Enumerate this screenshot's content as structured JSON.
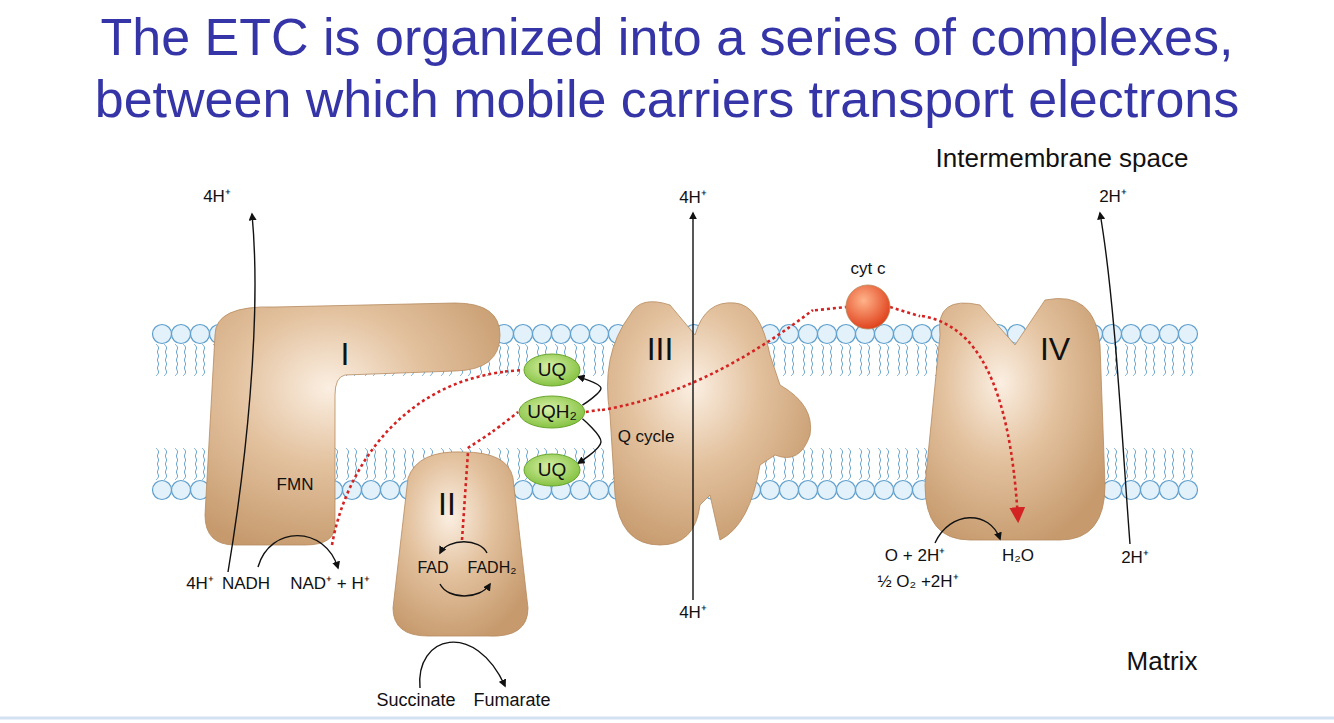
{
  "diagram": {
    "title": "The ETC is organized into a series of complexes, between which mobile carriers transport electrons",
    "nodes": [
      {
        "text": [
          "I",
          "FMN"
        ]
      },
      {
        "text": [
          "UQ"
        ]
      },
      {
        "text": [
          "UQH₂"
        ]
      },
      {
        "text": [
          "UQ"
        ]
      },
      {
        "text": [
          "II",
          "FAD",
          "FADH₂"
        ]
      },
      {
        "text": [
          "III"
        ]
      },
      {
        "text": [
          "cyt c"
        ]
      },
      {
        "text": [
          "IV"
        ]
      }
    ],
    "edges": [
      {
        "from": 0,
        "to": 1,
        "arrow": "none"
      },
      {
        "from": 4,
        "to": 2,
        "arrow": "none"
      },
      {
        "from": 2,
        "to": 5,
        "arrow": "none"
      },
      {
        "from": 5,
        "to": 6,
        "arrow": "none"
      },
      {
        "from": 6,
        "to": 7,
        "arrow": "none"
      },
      {
        "from": 2,
        "to": 1,
        "arrow": "to"
      },
      {
        "from": 2,
        "to": 3,
        "arrow": "to"
      }
    ],
    "labels": [
      "Intermembrane space",
      "4H⁺",
      "4H⁺",
      "2H⁺",
      "Q cycle",
      "4H⁺",
      "NADH",
      "NAD⁺ + H⁺",
      "O + 2H⁺",
      "H₂O",
      "2H⁺",
      "½ O₂ +2H⁺",
      "4H⁺",
      "Matrix",
      "Succinate",
      "Fumarate"
    ]
  }
}
